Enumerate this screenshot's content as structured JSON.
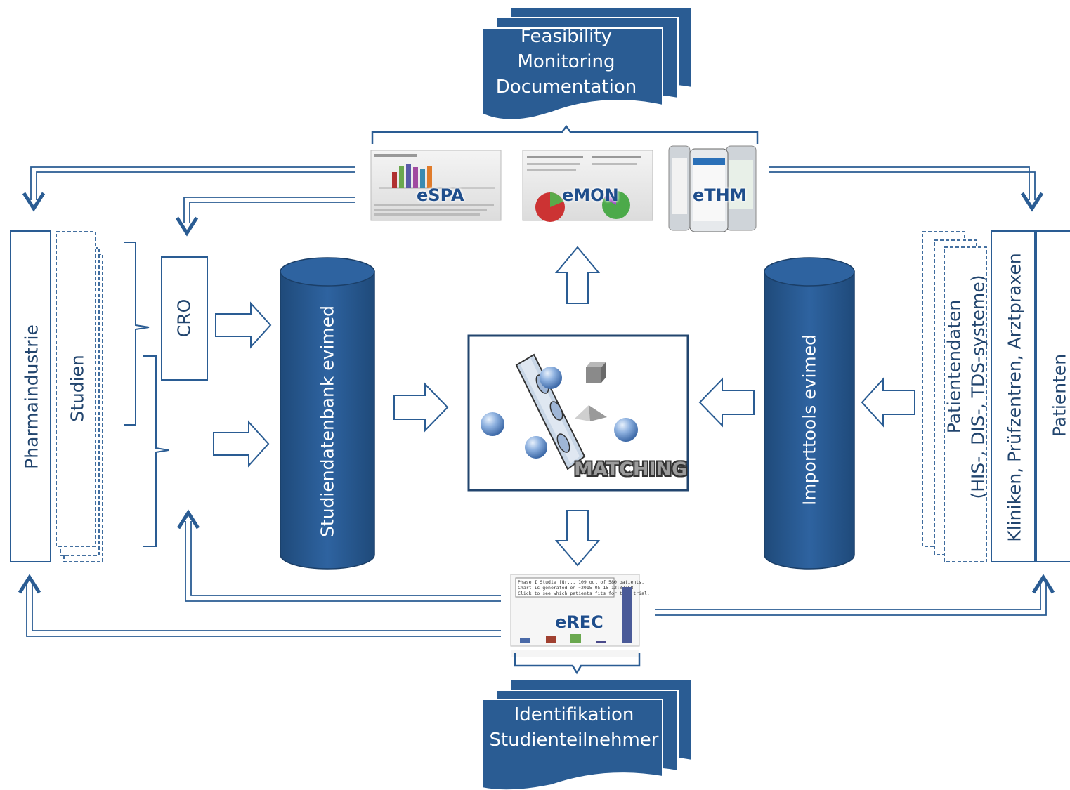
{
  "colors": {
    "primary": "#2a5c93",
    "outline": "#2a5c93",
    "text_dark": "#22456e",
    "white": "#ffffff"
  },
  "top_document": {
    "lines": [
      "Feasibility",
      "Monitoring",
      "Documentation"
    ]
  },
  "bottom_document": {
    "lines": [
      "Identifikation",
      "Studienteilnehmer"
    ]
  },
  "left_side": {
    "pharma_label": "Pharmaindustrie",
    "studies_label": "Studien",
    "cro_label": "CRO"
  },
  "right_side": {
    "patients_label": "Patienten",
    "clinics_label": "Kliniken, Prüfzentren, Arztpraxen",
    "patient_data_line1": "Patientendaten",
    "patient_data_line2": "(HIS-, DIS-, TDS-systeme)"
  },
  "databases": {
    "study_db_label": "Studiendatenbank evimed",
    "import_label": "Importtools evimed"
  },
  "center": {
    "matching_label": "MATCHING"
  },
  "screenshots": {
    "espa_label": "eSPA",
    "emon_label": "eMON",
    "ethm_label": "eTHM",
    "erec_label": "eREC",
    "erec_caption_line1": "Phase I Studie für... 109 out of 580 patients.",
    "erec_caption_line2": "Chart is generated on ~2015-05-15 12:07:58",
    "erec_caption_line3": "Click to see which patients fits for this trial."
  },
  "icons": [
    "arrow-down-icon",
    "arrow-up-icon",
    "arrow-right-icon",
    "arrow-left-icon",
    "brace-icon",
    "sphere-icon",
    "cube-icon",
    "pyramid-icon"
  ]
}
